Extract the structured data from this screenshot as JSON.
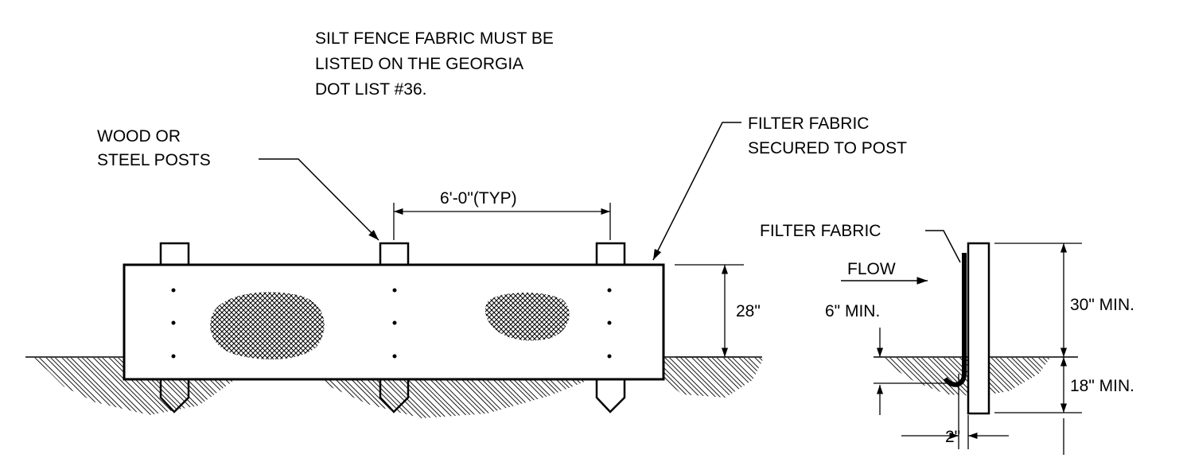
{
  "notes": {
    "fabric_listing": [
      "SILT FENCE FABRIC MUST BE",
      "LISTED ON THE GEORGIA",
      "DOT LIST #36."
    ]
  },
  "elevation": {
    "posts_label": [
      "WOOD OR",
      "STEEL POSTS"
    ],
    "fabric_secured_label": [
      "FILTER FABRIC",
      "SECURED TO POST"
    ],
    "post_spacing": "6'-0\"(TYP)",
    "fence_height": "28\""
  },
  "section": {
    "fabric_label": "FILTER FABRIC",
    "flow_label": "FLOW",
    "trench_depth": "6\" MIN.",
    "height_min": "30\" MIN.",
    "embed_min": "18\" MIN.",
    "post_offset": "2\""
  },
  "colors": {
    "ink": "#000000",
    "paper": "#ffffff"
  }
}
